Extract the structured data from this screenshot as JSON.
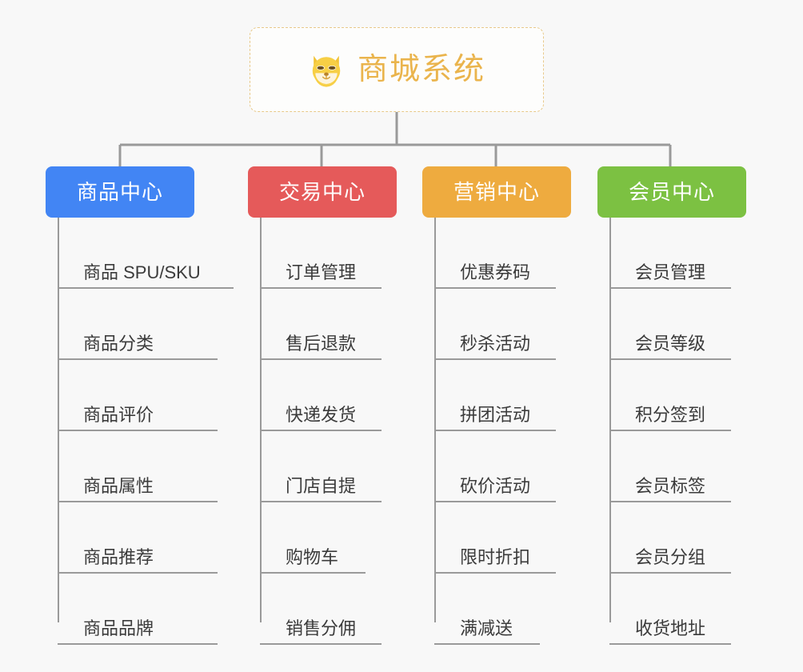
{
  "canvas": {
    "background": "#f8f8f8",
    "connector_color": "#9a9a9a"
  },
  "root": {
    "title": "商城系统",
    "icon": "shiba-dog-icon",
    "text_color": "#eab44c",
    "border_color": "#e8c98a",
    "background": "#fdfdfc"
  },
  "columns": [
    {
      "header": "商品中心",
      "color": "#4285f4",
      "items": [
        "商品 SPU/SKU",
        "商品分类",
        "商品评价",
        "商品属性",
        "商品推荐",
        "商品品牌"
      ]
    },
    {
      "header": "交易中心",
      "color": "#e55a5a",
      "items": [
        "订单管理",
        "售后退款",
        "快递发货",
        "门店自提",
        "购物车",
        "销售分佣"
      ]
    },
    {
      "header": "营销中心",
      "color": "#eeab3f",
      "items": [
        "优惠券码",
        "秒杀活动",
        "拼团活动",
        "砍价活动",
        "限时折扣",
        "满减送"
      ]
    },
    {
      "header": "会员中心",
      "color": "#7cc142",
      "items": [
        "会员管理",
        "会员等级",
        "积分签到",
        "会员标签",
        "会员分组",
        "收货地址"
      ]
    }
  ]
}
